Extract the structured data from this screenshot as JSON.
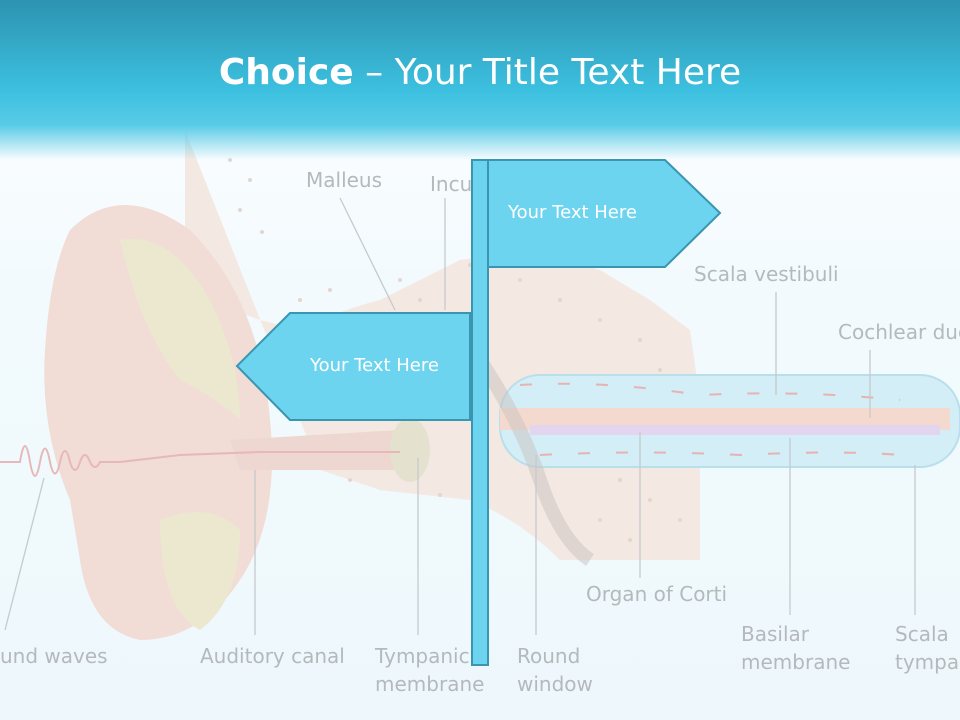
{
  "slide": {
    "title_bold": "Choice",
    "title_rest": " – Your Title Text Here"
  },
  "signs": {
    "right_text": "Your Text Here",
    "left_text": "Your Text Here"
  },
  "labels": {
    "malleus": "Malleus",
    "incus": "Incu",
    "scala_vestibuli": "Scala vestibuli",
    "cochlear_duct": "Cochlear duc",
    "organ_of_corti": "Organ of Corti",
    "sound_waves": "und waves",
    "auditory_canal": "Auditory canal",
    "tympanic_1": "Tympanic",
    "tympanic_2": "membrane",
    "round_1": "Round",
    "round_2": "window",
    "basilar_1": "Basilar",
    "basilar_2": "membrane",
    "scala_t_1": "Scala",
    "scala_t_2": "tympar"
  },
  "colors": {
    "header": "#3cc0df",
    "sign_fill": "#6dd4ef",
    "sign_stroke": "#3a95b1"
  }
}
